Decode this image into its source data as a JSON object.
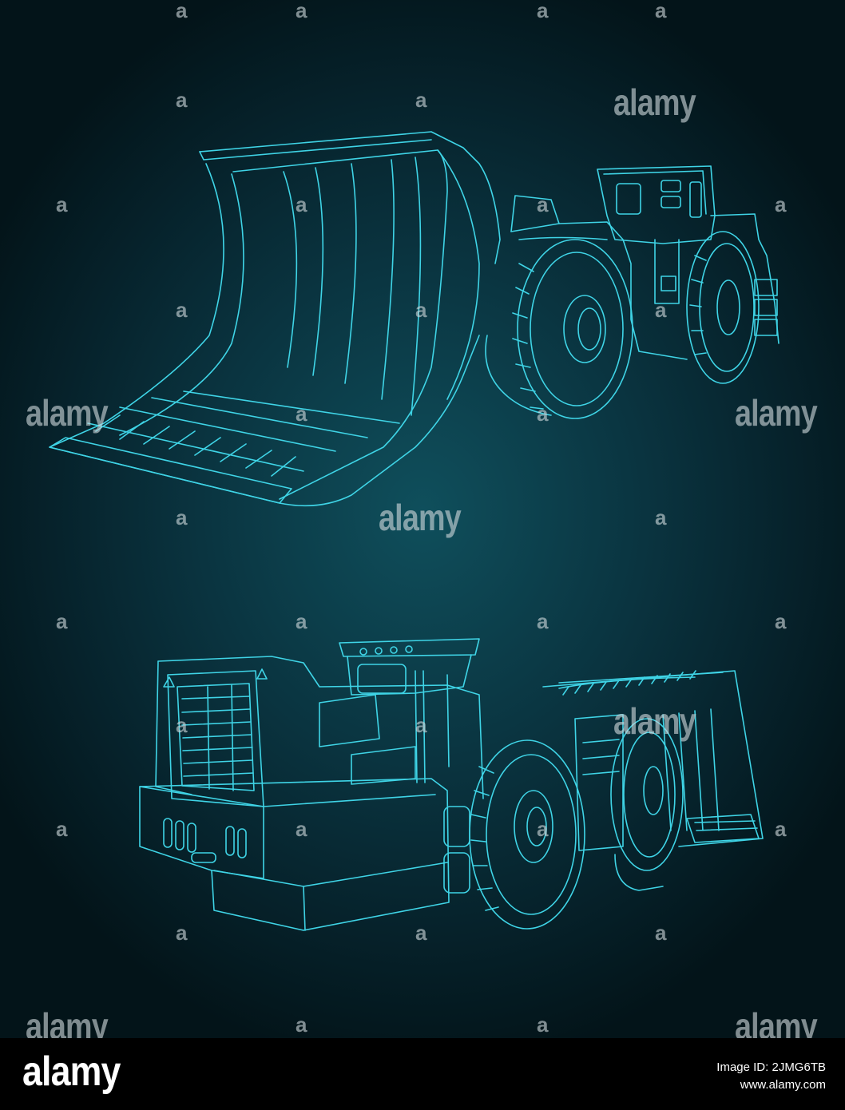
{
  "watermark": {
    "word": "alamy",
    "mark": "a"
  },
  "footer": {
    "logo": "alamy",
    "image_id": "Image ID: 2JMG6TB",
    "url": "www.alamy.com"
  },
  "colors": {
    "line": "#3fd4e6",
    "background_center": "#0f4f5c",
    "background_edge": "#031419",
    "footer_bg": "#000000"
  },
  "drawings": [
    {
      "subject": "mining loader front view (bucket forward)"
    },
    {
      "subject": "mining loader rear view"
    }
  ]
}
